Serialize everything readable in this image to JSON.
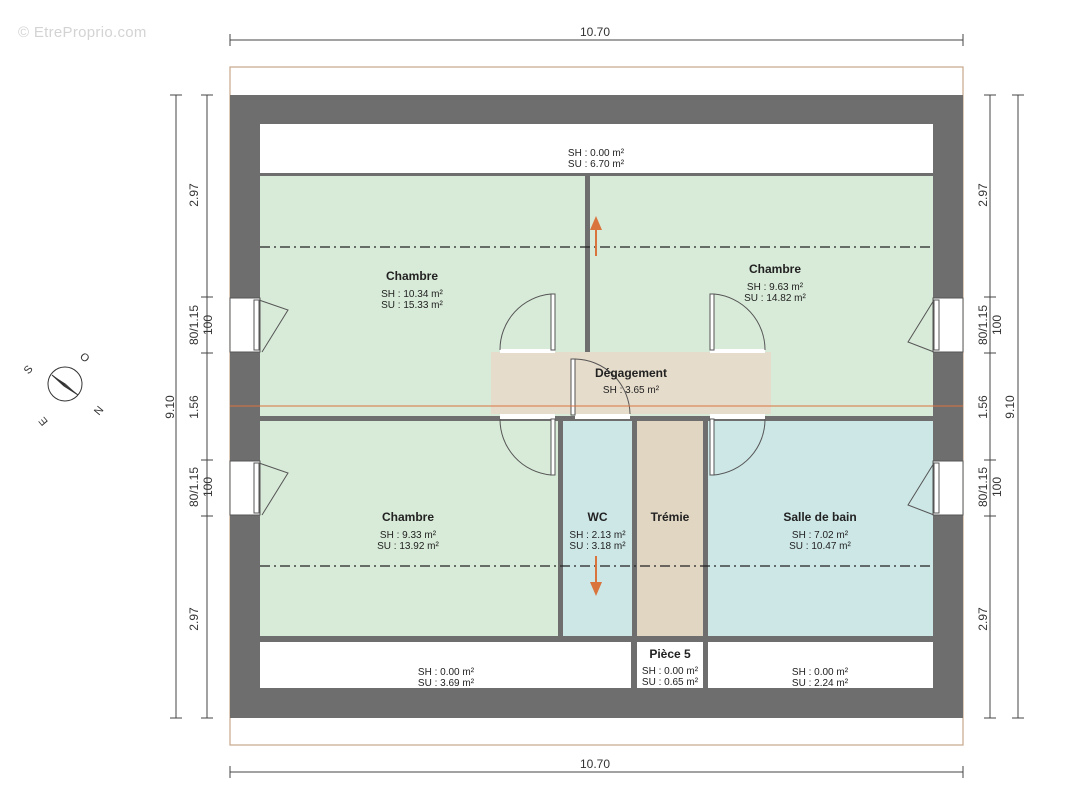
{
  "watermark": "© EtreProprio.com",
  "dimensions": {
    "width_top": "10.70",
    "width_bottom": "10.70",
    "height_total_left": "9.10",
    "height_total_right": "9.10",
    "left_segments": [
      "2.97",
      "80/1.15",
      "100",
      "1.56",
      "80/1.15",
      "100",
      "2.97"
    ],
    "right_segments": [
      "2.97",
      "80/1.15",
      "100",
      "1.56",
      "80/1.15",
      "100",
      "2.97"
    ]
  },
  "compass": {
    "s": "S",
    "o": "O",
    "e": "E",
    "n": "N"
  },
  "rooms": {
    "attic_top": {
      "sh": "SH : 0.00 m²",
      "su": "SU : 6.70 m²"
    },
    "chambre_nw": {
      "name": "Chambre",
      "sh": "SH : 10.34 m²",
      "su": "SU : 15.33 m²"
    },
    "chambre_ne": {
      "name": "Chambre",
      "sh": "SH : 9.63 m²",
      "su": "SU : 14.82 m²"
    },
    "degagement": {
      "name": "Dégagement",
      "sh": "SH : 3.65 m²"
    },
    "chambre_sw": {
      "name": "Chambre",
      "sh": "SH : 9.33 m²",
      "su": "SU : 13.92 m²"
    },
    "wc": {
      "name": "WC",
      "sh": "SH : 2.13 m²",
      "su": "SU : 3.18 m²"
    },
    "tremie": {
      "name": "Trémie"
    },
    "salle_de_bain": {
      "name": "Salle de bain",
      "sh": "SH : 7.02 m²",
      "su": "SU : 10.47 m²"
    },
    "attic_bottom_left": {
      "sh": "SH : 0.00 m²",
      "su": "SU : 3.69 m²"
    },
    "piece5": {
      "name": "Pièce 5",
      "sh": "SH : 0.00 m²",
      "su": "SU : 0.65 m²"
    },
    "attic_bottom_right": {
      "sh": "SH : 0.00 m²",
      "su": "SU : 2.24 m²"
    }
  },
  "colors": {
    "wall": "#6e6e6e",
    "bedroom": "#d8ead8",
    "wet_room": "#cde6e6",
    "hall": "#e6dccb",
    "tremie": "#e0d6c2",
    "attic": "#ffffff",
    "arrow": "#d9743d",
    "outline": "#c8a68a"
  }
}
